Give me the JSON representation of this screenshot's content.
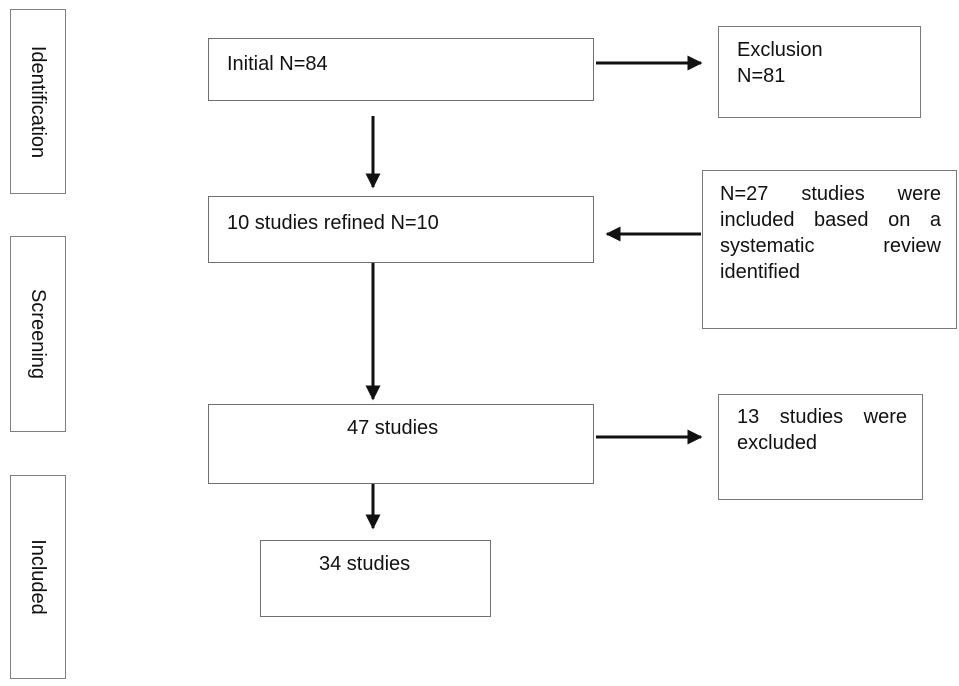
{
  "stages": [
    "Identification",
    "Screening",
    "Included"
  ],
  "boxes": {
    "initial": "Initial N=84",
    "refined": "10 studies refined N=10",
    "screened": "47 studies",
    "included": "34 studies"
  },
  "side_boxes": {
    "exclusion": {
      "title": "Exclusion",
      "value": "N=81"
    },
    "added_from_review": "N=27 studies were included based on a systematic review identified",
    "excluded_after_screening": "13 studies were excluded"
  },
  "colors": {
    "box_border": "#7f7f7f",
    "arrow": "#111111"
  }
}
